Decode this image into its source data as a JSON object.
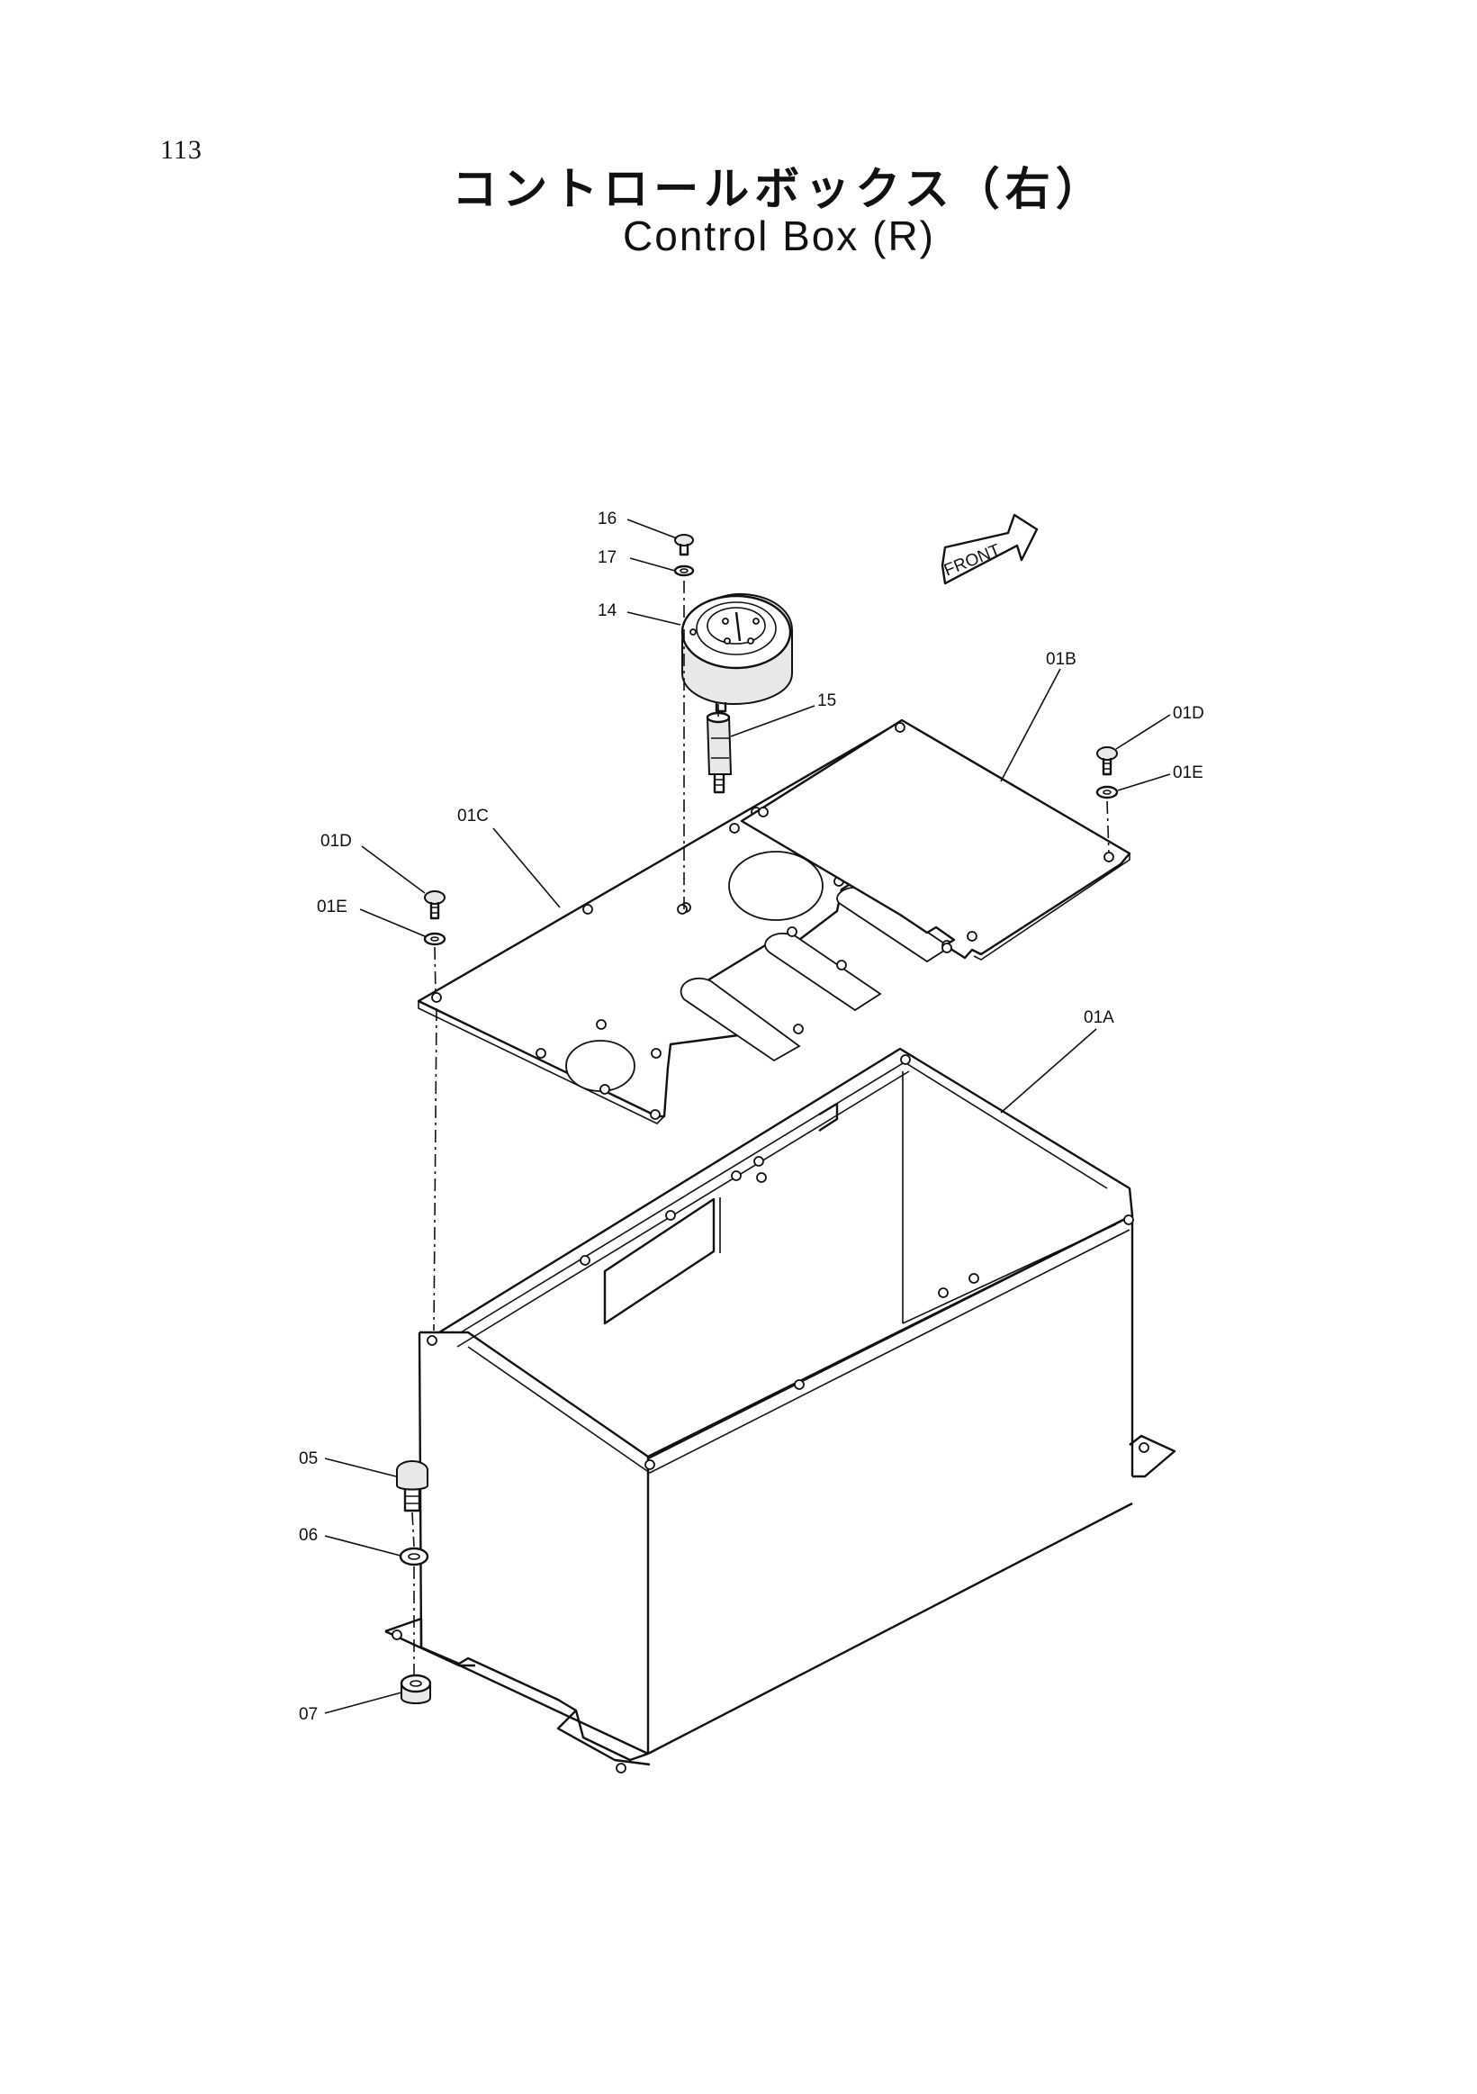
{
  "page_number": "113",
  "title_jp": "コントロールボックス（右）",
  "title_en": "Control Box (R)",
  "front_marker": "FRONT",
  "labels": {
    "l16": "16",
    "l17": "17",
    "l14": "14",
    "l15": "15",
    "l01B": "01B",
    "l01D_right": "01D",
    "l01E_right": "01E",
    "l01C": "01C",
    "l01D_left": "01D",
    "l01E_left": "01E",
    "l01A": "01A",
    "l05": "05",
    "l06": "06",
    "l07": "07"
  }
}
